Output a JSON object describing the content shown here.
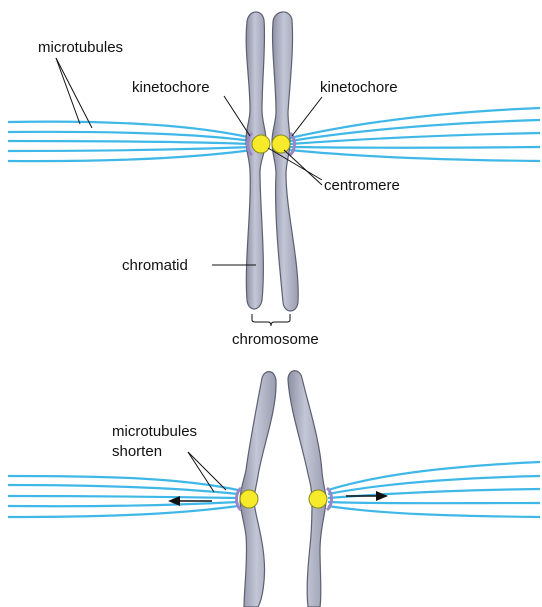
{
  "labels": {
    "microtubules": "microtubules",
    "kinetochore_left": "kinetochore",
    "kinetochore_right": "kinetochore",
    "centromere": "centromere",
    "chromatid": "chromatid",
    "chromosome": "chromosome",
    "microtubules_shorten_line1": "microtubules",
    "microtubules_shorten_line2": "shorten"
  },
  "colors": {
    "microtubule": "#3fb8e8",
    "chromatid_fill": "#b9bccd",
    "chromatid_stroke": "#5d6070",
    "centromere": "#f6ea2a",
    "kinetochore": "#9a86c6",
    "text": "#111111"
  },
  "icons": {
    "arrow_left": "arrow-left-icon",
    "arrow_right": "arrow-right-icon"
  }
}
